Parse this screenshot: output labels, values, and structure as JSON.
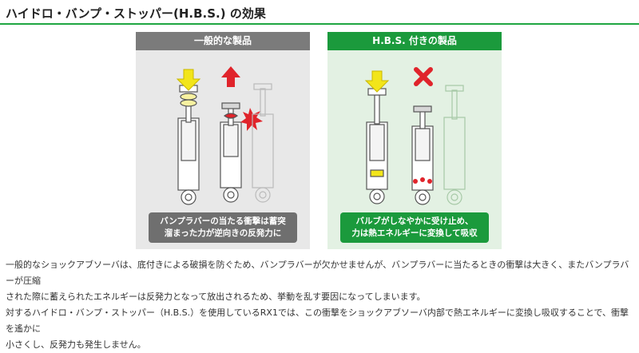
{
  "title": "ハイドロ・バンプ・ストッパー(H.B.S.) の効果",
  "colors": {
    "accent_green": "#1fa642",
    "panel_green": "#1b9a3c",
    "panel_gray": "#7b7b7b",
    "arrow_yellow": "#f2e51a",
    "arrow_red": "#e0242b",
    "impact_red": "#e0242b"
  },
  "left_panel": {
    "heading": "一般的な製品",
    "caption": "バンプラバーの当たる衝撃は蓄突\n溜まった力が逆向きの反発力に",
    "icons": [
      "down-arrow-icon",
      "up-arrow-icon",
      "impact-burst-icon"
    ]
  },
  "right_panel": {
    "heading": "H.B.S. 付きの製品",
    "caption": "バルブがしなやかに受け止め、\n力は熱エネルギーに変換して吸収",
    "icons": [
      "down-arrow-icon",
      "cross-mark-icon",
      "heat-icon"
    ]
  },
  "body": {
    "p1": "一般的なショックアブソーバは、底付きによる破損を防ぐため、バンプラバーが欠かせませんが、バンプラバーに当たるときの衝撃は大きく、またバンプラバーが圧縮",
    "p2": "された際に蓄えられたエネルギーは反発力となって放出されるため、挙動を乱す要因になってしまいます。",
    "p3": "対するハイドロ・バンプ・ストッパー（H.B.S.）を使用しているRX1では、この衝撃をショックアブソーバ内部で熱エネルギーに変換し吸収することで、衝撃を遙かに",
    "p4": "小さくし、反発力も発生しません。"
  }
}
